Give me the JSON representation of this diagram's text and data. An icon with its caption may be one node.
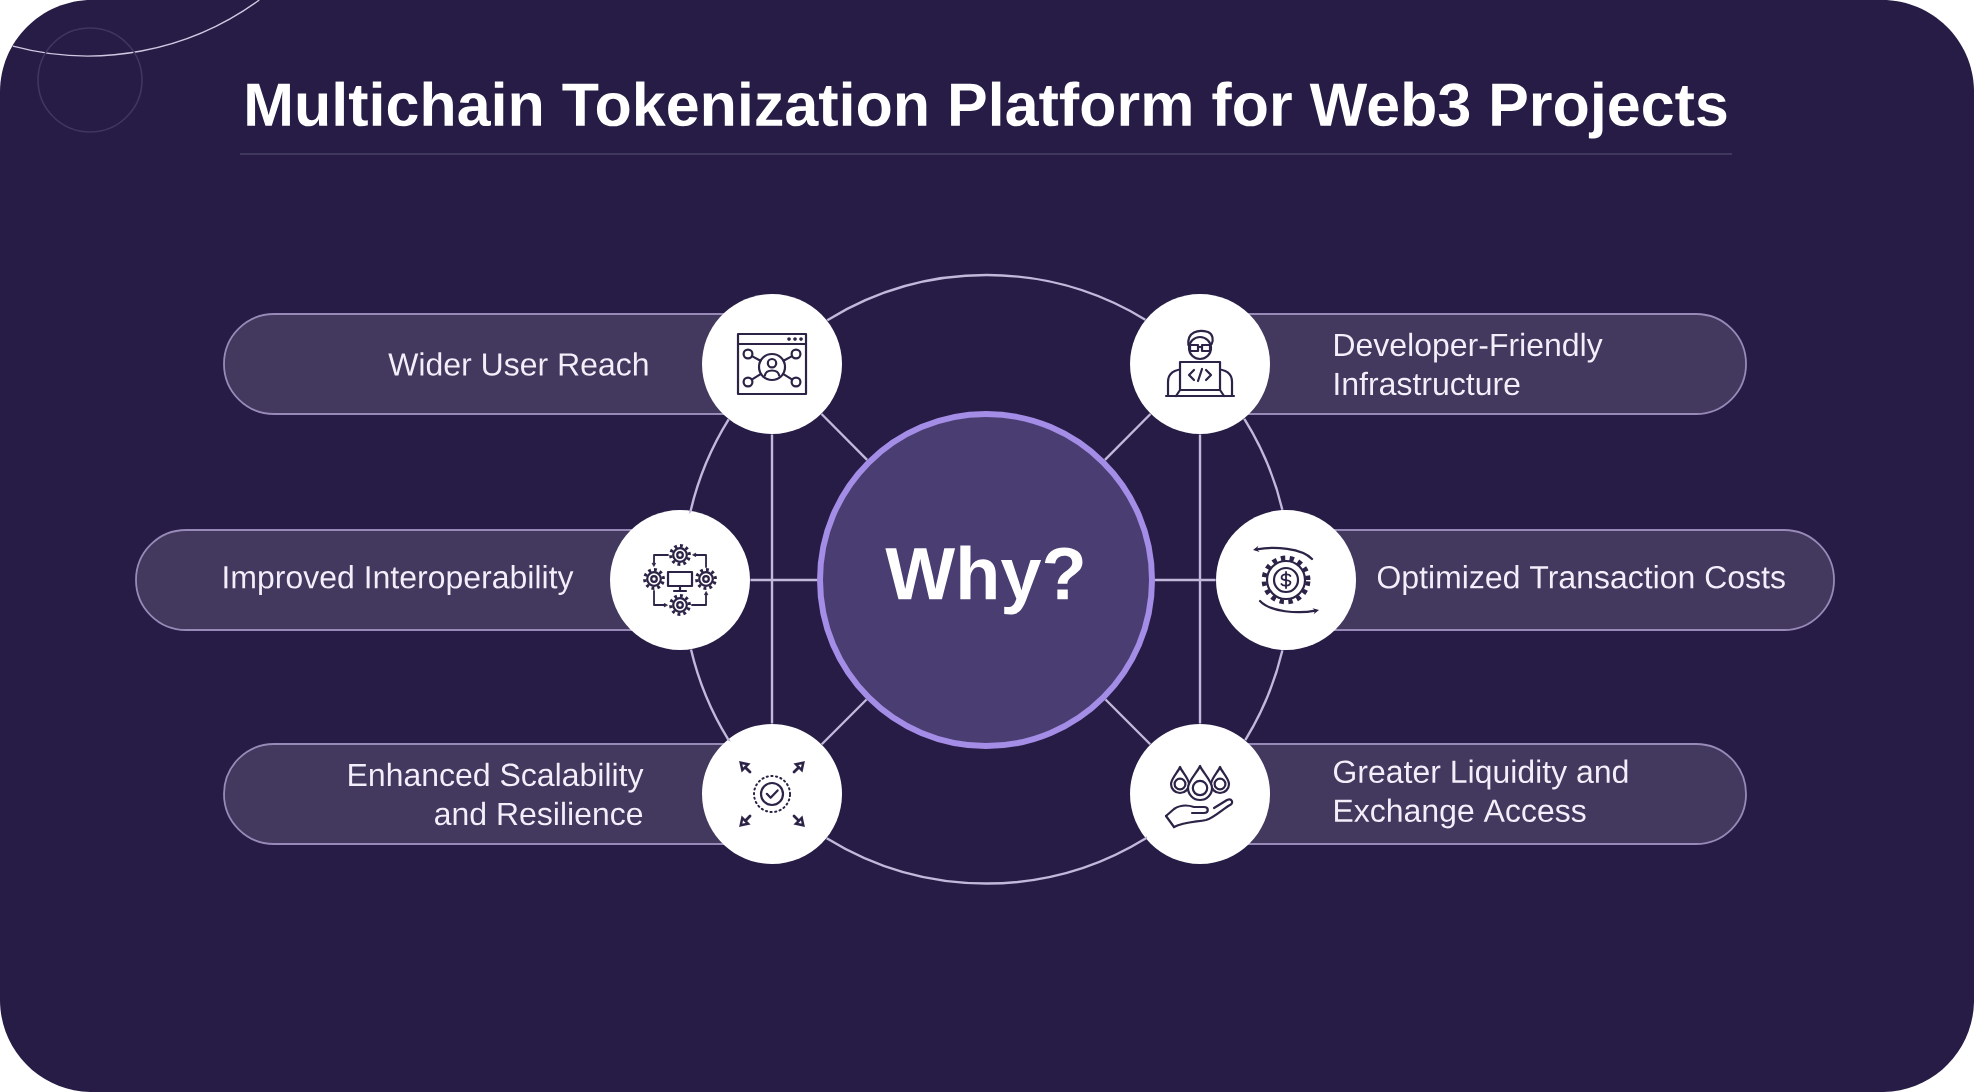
{
  "diagram": {
    "title": "Multichain Tokenization Platform for Web3 Projects",
    "nodes": [
      {
        "text": [
          "Why?"
        ]
      },
      {
        "text": [
          "Wider User Reach"
        ]
      },
      {
        "text": [],
        "shape": "circle"
      },
      {
        "text": [
          "Improved Interoperability"
        ]
      },
      {
        "text": [],
        "shape": "circle"
      },
      {
        "text": [
          "Enhanced Scalability and Resilience"
        ]
      },
      {
        "text": [],
        "shape": "circle"
      },
      {
        "text": [
          "Developer-Friendly Infrastructure"
        ]
      },
      {
        "text": [],
        "shape": "circle"
      },
      {
        "text": [
          "Optimized Transaction Costs"
        ]
      },
      {
        "text": [],
        "shape": "circle"
      },
      {
        "text": [
          "Greater Liquidity and Exchange Access"
        ]
      },
      {
        "text": [],
        "shape": "circle"
      }
    ],
    "edges": [
      {
        "from": 0,
        "to": 2,
        "arrow": "none"
      },
      {
        "from": 0,
        "to": 4,
        "arrow": "none"
      },
      {
        "from": 0,
        "to": 6,
        "arrow": "none"
      },
      {
        "from": 0,
        "to": 8,
        "arrow": "none"
      },
      {
        "from": 0,
        "to": 10,
        "arrow": "none"
      },
      {
        "from": 0,
        "to": 12,
        "arrow": "none"
      },
      {
        "from": 2,
        "to": 6,
        "arrow": "none"
      },
      {
        "from": 8,
        "to": 12,
        "arrow": "none"
      },
      {
        "from": 2,
        "to": 4,
        "arrow": "none"
      },
      {
        "from": 4,
        "to": 6,
        "arrow": "none"
      },
      {
        "from": 6,
        "to": 12,
        "arrow": "none"
      },
      {
        "from": 12,
        "to": 10,
        "arrow": "none"
      },
      {
        "from": 10,
        "to": 8,
        "arrow": "none"
      },
      {
        "from": 8,
        "to": 2,
        "arrow": "none"
      }
    ]
  }
}
